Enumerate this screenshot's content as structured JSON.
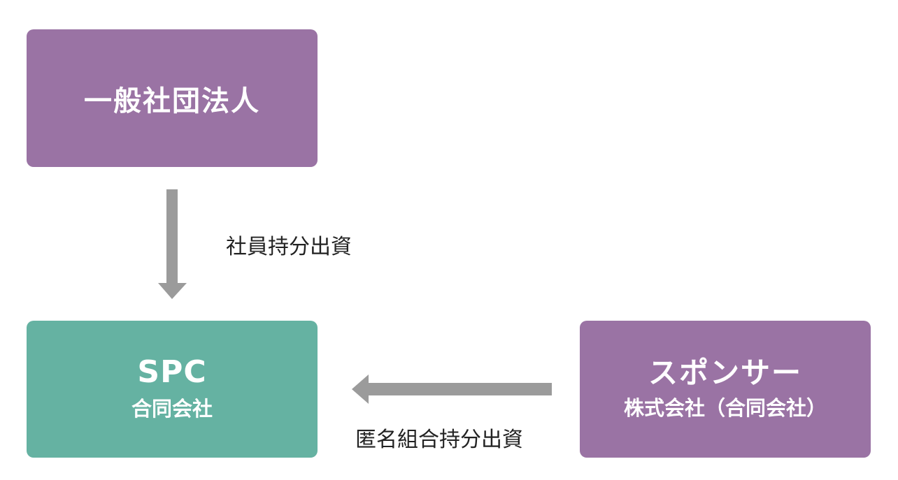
{
  "boxes": {
    "association": {
      "title": "一般社団法人",
      "color": "#9a73a4"
    },
    "spc": {
      "title": "SPC",
      "subtitle": "合同会社",
      "color": "#65b2a2"
    },
    "sponsor": {
      "title": "スポンサー",
      "subtitle": "株式会社（合同会社）",
      "color": "#9a73a4"
    }
  },
  "arrows": {
    "association_to_spc": {
      "label": "社員持分出資",
      "color": "#9b9b9b"
    },
    "sponsor_to_spc": {
      "label": "匿名組合持分出資",
      "color": "#9b9b9b"
    }
  }
}
